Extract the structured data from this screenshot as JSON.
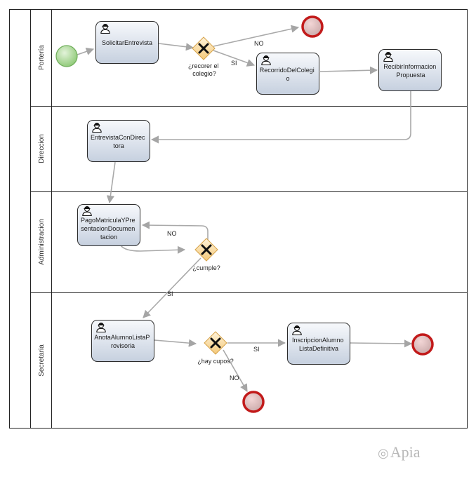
{
  "lanes": [
    {
      "label": "Portería"
    },
    {
      "label": "Direccion"
    },
    {
      "label": "Administracion"
    },
    {
      "label": "Secretaria"
    }
  ],
  "tasks": {
    "solicitar": [
      "SolicitarEntrevista"
    ],
    "recorrido": [
      "RecorridoDelColegi",
      "o"
    ],
    "recibir": [
      "RecibirInformacion",
      "Propuesta"
    ],
    "entrevista": [
      "EntrevistaConDirec",
      "tora"
    ],
    "pago": [
      "PagoMatriculaYPre",
      "sentacionDocumen",
      "tacion"
    ],
    "anota": [
      "AnotaAlumnoListaP",
      "rovisoria"
    ],
    "inscripcion": [
      "InscripcionAlumno",
      "ListaDefinitiva"
    ]
  },
  "gateways": {
    "recorrer": [
      "¿recorer el",
      "colegio?"
    ],
    "cumple": [
      "¿cumple?"
    ],
    "cupos": [
      "¿hay cupos?"
    ]
  },
  "flows": {
    "no": "NO",
    "si": "SI"
  },
  "watermark": "Apia",
  "colors": {
    "task_fill_top": "#f4f7fb",
    "task_fill_bottom": "#c9d3e2",
    "gateway": "#f5c87a",
    "start": "#9ed38a",
    "end": "#cc1f1f",
    "connector": "#a9a9a9"
  }
}
